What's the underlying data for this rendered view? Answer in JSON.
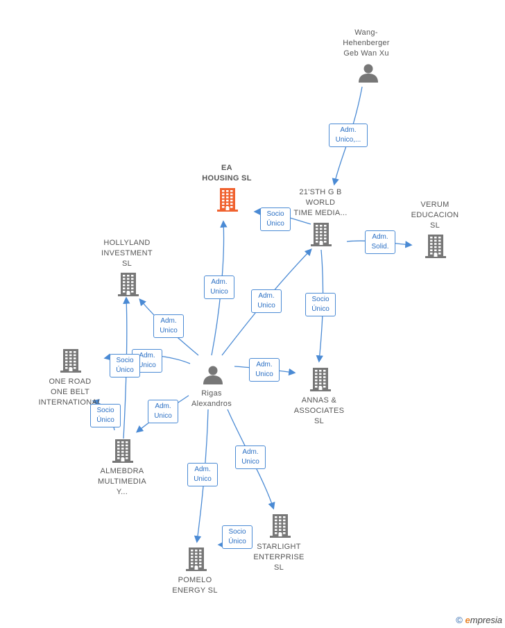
{
  "colors": {
    "edge": "#4a8ad4",
    "icon": "#777777",
    "main_icon": "#f0622f",
    "label": "#555555"
  },
  "nodes": [
    {
      "id": "wang",
      "kind": "person",
      "label": [
        "Wang-",
        "Hehenberger",
        "Geb Wan Xu"
      ]
    },
    {
      "id": "ea",
      "kind": "company-main",
      "label": [
        "EA",
        "HOUSING  SL"
      ]
    },
    {
      "id": "21sth",
      "kind": "company",
      "label": [
        "21'STH G B",
        "WORLD",
        "TIME MEDIA..."
      ]
    },
    {
      "id": "verum",
      "kind": "company",
      "label": [
        "VERUM",
        "EDUCACION",
        "SL"
      ]
    },
    {
      "id": "hollyland",
      "kind": "company",
      "label": [
        "HOLLYLAND",
        "INVESTMENT",
        "SL"
      ]
    },
    {
      "id": "oneroad",
      "kind": "company",
      "label": [
        "ONE ROAD",
        "ONE BELT",
        "INTERNATIONAL"
      ]
    },
    {
      "id": "rigas",
      "kind": "person",
      "label": [
        "Rigas",
        "Alexandros"
      ]
    },
    {
      "id": "annas",
      "kind": "company",
      "label": [
        "ANNAS &",
        "ASSOCIATES",
        "SL"
      ]
    },
    {
      "id": "almebdra",
      "kind": "company",
      "label": [
        "ALMEBDRA",
        "MULTIMEDIA",
        "Y..."
      ]
    },
    {
      "id": "starlight",
      "kind": "company",
      "label": [
        "STARLIGHT",
        "ENTERPRISE",
        "SL"
      ]
    },
    {
      "id": "pomelo",
      "kind": "company",
      "label": [
        "POMELO",
        "ENERGY  SL"
      ]
    }
  ],
  "edges": [
    {
      "id": "wang-21sth",
      "label": [
        "Adm.",
        "Unico,..."
      ]
    },
    {
      "id": "21sth-ea",
      "label": [
        "Socio",
        "Único"
      ]
    },
    {
      "id": "21sth-verum",
      "label": [
        "Adm.",
        "Solid."
      ]
    },
    {
      "id": "21sth-annas",
      "label": [
        "Socio",
        "Único"
      ]
    },
    {
      "id": "rigas-ea",
      "label": [
        "Adm.",
        "Unico"
      ]
    },
    {
      "id": "rigas-21sth",
      "label": [
        "Adm.",
        "Unico"
      ]
    },
    {
      "id": "rigas-hollyland",
      "label": [
        "Adm.",
        "Unico"
      ]
    },
    {
      "id": "rigas-oneroad",
      "label": [
        "Adm.",
        "Unico"
      ]
    },
    {
      "id": "almebdra-oneroad",
      "label": [
        "Socio",
        "Único"
      ]
    },
    {
      "id": "almebdra-oneroad2",
      "label": [
        "Socio",
        "Único"
      ]
    },
    {
      "id": "rigas-annas",
      "label": [
        "Adm.",
        "Unico"
      ]
    },
    {
      "id": "rigas-almebdra",
      "label": [
        "Adm.",
        "Unico"
      ]
    },
    {
      "id": "rigas-starlight",
      "label": [
        "Adm.",
        "Unico"
      ]
    },
    {
      "id": "rigas-pomelo",
      "label": [
        "Adm.",
        "Unico"
      ]
    },
    {
      "id": "starlight-pomelo",
      "label": [
        "Socio",
        "Único"
      ]
    }
  ],
  "footer": {
    "copyright": "©",
    "brand_initial": "e",
    "brand_rest": "mpresia"
  }
}
